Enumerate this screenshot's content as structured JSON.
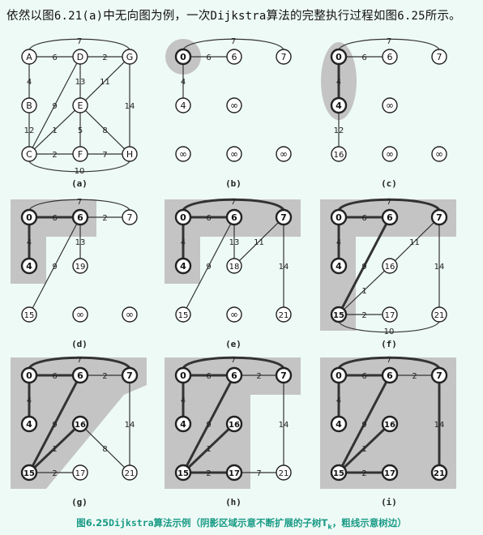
{
  "intro": {
    "prefix": "依然以图",
    "fig_ref1": "6.21(a)",
    "middle": "中无向图为例，一次",
    "algo": "Dijkstra",
    "suffix": "算法的完整执行过程如图",
    "fig_ref2": "6.25",
    "end": "所示。"
  },
  "caption": {
    "fig": "图6.25",
    "algo": "Dijkstra",
    "text": "算法示例（阴影区域示意不断扩展的子树T",
    "sub": "k",
    "tail": "，粗线示意树边）"
  },
  "graph": {
    "edges": [
      {
        "u": "A",
        "v": "D",
        "w": "6"
      },
      {
        "u": "A",
        "v": "B",
        "w": "4"
      },
      {
        "u": "A",
        "v": "G",
        "w": "7"
      },
      {
        "u": "D",
        "v": "G",
        "w": "2"
      },
      {
        "u": "D",
        "v": "E",
        "w": "13"
      },
      {
        "u": "D",
        "v": "C",
        "w": "9"
      },
      {
        "u": "G",
        "v": "E",
        "w": "11"
      },
      {
        "u": "G",
        "v": "H",
        "w": "14"
      },
      {
        "u": "B",
        "v": "C",
        "w": "12"
      },
      {
        "u": "E",
        "v": "C",
        "w": "1"
      },
      {
        "u": "E",
        "v": "F",
        "w": "5"
      },
      {
        "u": "E",
        "v": "H",
        "w": "8"
      },
      {
        "u": "C",
        "v": "F",
        "w": "2"
      },
      {
        "u": "F",
        "v": "H",
        "w": "7"
      },
      {
        "u": "C",
        "v": "H",
        "w": "10"
      }
    ],
    "vertex_names": [
      "A",
      "B",
      "C",
      "D",
      "E",
      "F",
      "G",
      "H"
    ]
  },
  "panels": [
    {
      "label": "(a)",
      "mode": "names"
    },
    {
      "label": "(b)",
      "dist": {
        "A": "0",
        "D": "6",
        "G": "7",
        "B": "4",
        "E": "∞",
        "C": "∞",
        "F": "∞",
        "H": "∞"
      },
      "edges": [
        "A-D",
        "A-G",
        "A-B"
      ],
      "tree": [],
      "bold": [
        "A"
      ]
    },
    {
      "label": "(c)",
      "dist": {
        "A": "0",
        "D": "6",
        "G": "7",
        "B": "4",
        "E": "∞",
        "C": "16",
        "F": "∞",
        "H": "∞"
      },
      "edges": [
        "A-D",
        "A-G",
        "A-B",
        "B-C"
      ],
      "tree": [
        "A-B"
      ],
      "bold": [
        "A",
        "B"
      ]
    },
    {
      "label": "(d)",
      "dist": {
        "A": "0",
        "D": "6",
        "G": "7",
        "B": "4",
        "E": "19",
        "C": "15",
        "F": "∞",
        "H": "∞"
      },
      "edges": [
        "A-D",
        "A-G",
        "A-B",
        "D-G",
        "D-E",
        "D-C"
      ],
      "tree": [
        "A-B",
        "A-D"
      ],
      "bold": [
        "A",
        "B",
        "D"
      ]
    },
    {
      "label": "(e)",
      "dist": {
        "A": "0",
        "D": "6",
        "G": "7",
        "B": "4",
        "E": "18",
        "C": "15",
        "F": "∞",
        "H": "21"
      },
      "edges": [
        "A-D",
        "A-G",
        "A-B",
        "D-E",
        "D-C",
        "G-E",
        "G-H"
      ],
      "tree": [
        "A-B",
        "A-D",
        "A-G"
      ],
      "bold": [
        "A",
        "B",
        "D",
        "G"
      ]
    },
    {
      "label": "(f)",
      "dist": {
        "A": "0",
        "D": "6",
        "G": "7",
        "B": "4",
        "E": "16",
        "C": "15",
        "F": "17",
        "H": "21"
      },
      "edges": [
        "A-D",
        "A-G",
        "A-B",
        "D-C",
        "G-E",
        "G-H",
        "E-C",
        "C-F",
        "C-H"
      ],
      "tree": [
        "A-B",
        "A-D",
        "A-G",
        "D-C"
      ],
      "bold": [
        "A",
        "B",
        "D",
        "G",
        "C"
      ]
    },
    {
      "label": "(g)",
      "dist": {
        "A": "0",
        "D": "6",
        "G": "7",
        "B": "4",
        "E": "16",
        "C": "15",
        "F": "17",
        "H": "21"
      },
      "edges": [
        "A-D",
        "A-G",
        "D-G",
        "A-B",
        "D-C",
        "E-C",
        "E-H",
        "G-H",
        "C-F"
      ],
      "tree": [
        "A-B",
        "A-D",
        "A-G",
        "D-C",
        "E-C"
      ],
      "bold": [
        "A",
        "B",
        "D",
        "G",
        "C",
        "E"
      ]
    },
    {
      "label": "(h)",
      "dist": {
        "A": "0",
        "D": "6",
        "G": "7",
        "B": "4",
        "E": "16",
        "C": "15",
        "F": "17",
        "H": "21"
      },
      "edges": [
        "A-D",
        "A-G",
        "D-G",
        "A-B",
        "D-C",
        "E-C",
        "C-F",
        "F-H",
        "G-H"
      ],
      "tree": [
        "A-B",
        "A-D",
        "A-G",
        "D-C",
        "E-C",
        "C-F"
      ],
      "bold": [
        "A",
        "B",
        "D",
        "G",
        "C",
        "E",
        "F"
      ]
    },
    {
      "label": "(i)",
      "dist": {
        "A": "0",
        "D": "6",
        "G": "7",
        "B": "4",
        "E": "16",
        "C": "15",
        "F": "17",
        "H": "21"
      },
      "edges": [
        "A-D",
        "A-G",
        "D-G",
        "A-B",
        "D-C",
        "E-C",
        "C-F",
        "G-H"
      ],
      "tree": [
        "A-B",
        "A-D",
        "A-G",
        "D-C",
        "E-C",
        "C-F",
        "G-H"
      ],
      "bold": [
        "A",
        "B",
        "D",
        "G",
        "C",
        "E",
        "F",
        "H"
      ]
    }
  ],
  "colors": {
    "shade": "#c4c4c4",
    "caption": "#1a9b86",
    "line": "#333333"
  }
}
